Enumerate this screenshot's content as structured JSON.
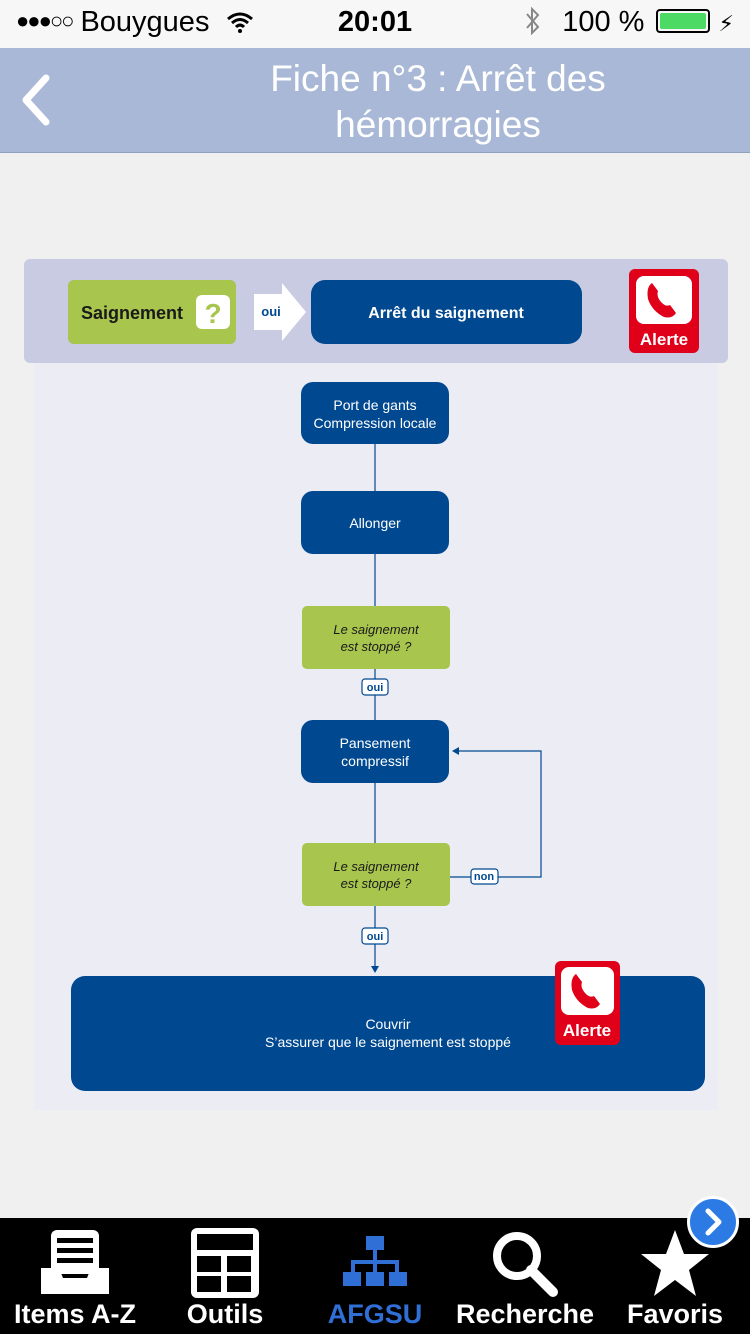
{
  "status_bar": {
    "carrier": "Bouygues",
    "time": "20:01",
    "battery": "100 %"
  },
  "nav": {
    "back_icon": "chevron-left-icon",
    "title_line1": "Fiche n°3 : Arrêt des",
    "title_line2": "hémorragies"
  },
  "diagram": {
    "header": {
      "condition": "Saignement",
      "question_mark": "?",
      "arrow_label": "oui",
      "result": "Arrêt du saignement",
      "alert_label": "Alerte"
    },
    "steps": {
      "step1_line1": "Port de gants",
      "step1_line2": "Compression locale",
      "step2": "Allonger",
      "check1_line1": "Le saignement",
      "check1_line2": "est stoppé ?",
      "yes1": "oui",
      "step3_line1": "Pansement",
      "step3_line2": "compressif",
      "check2_line1": "Le saignement",
      "check2_line2": "est stoppé ?",
      "no2": "non",
      "yes2": "oui",
      "final_line1": "Couvrir",
      "final_line2": "S’assurer que le saignement est stoppé",
      "final_alert_label": "Alerte"
    },
    "colors": {
      "blue": "#00488f",
      "green": "#a8c64e",
      "red": "#e0001a",
      "header_bg": "#c9cbe3",
      "body_bg": "#ececf5"
    }
  },
  "tabbar": {
    "items": [
      {
        "label": "Items A-Z",
        "icon": "inbox-list-icon",
        "active": false
      },
      {
        "label": "Outils",
        "icon": "calculator-icon",
        "active": false
      },
      {
        "label": "AFGSU",
        "icon": "hierarchy-icon",
        "active": true
      },
      {
        "label": "Recherche",
        "icon": "magnifier-icon",
        "active": false
      },
      {
        "label": "Favoris",
        "icon": "star-icon",
        "active": false
      }
    ],
    "more_icon": "chevron-right-circle-icon"
  }
}
